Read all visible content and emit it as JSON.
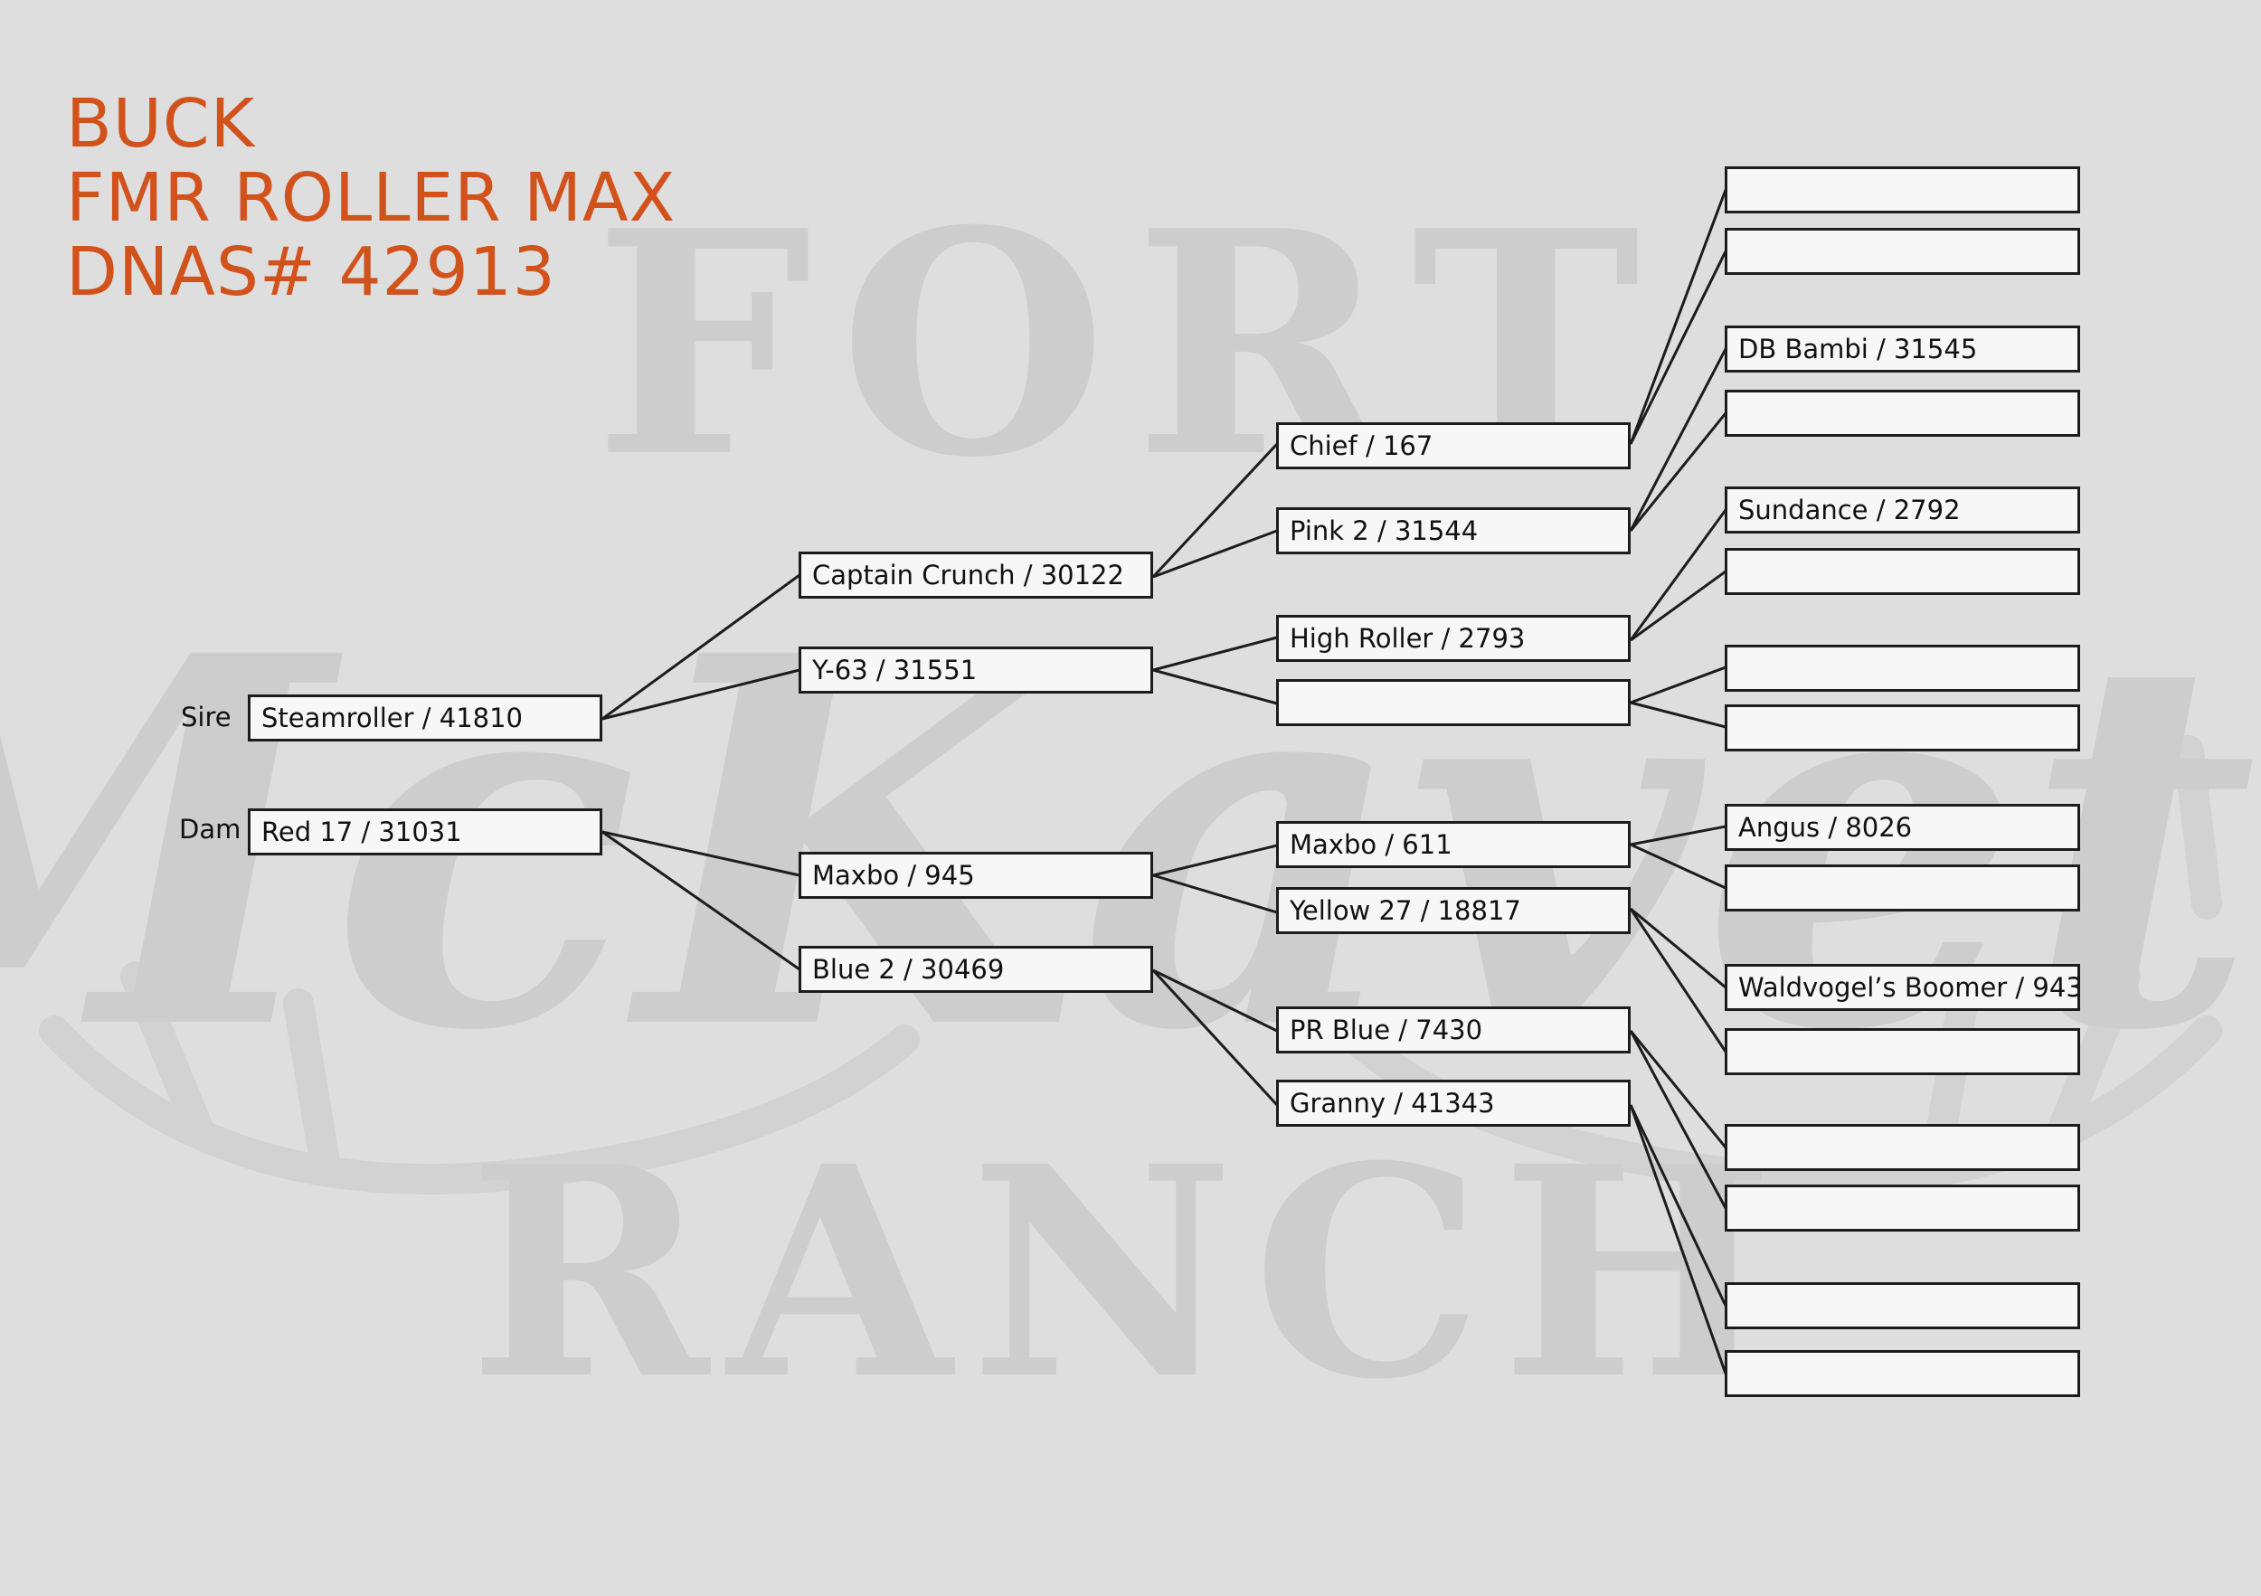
{
  "watermark": {
    "line1": "FORT",
    "line2": "McKavett",
    "line3": "RANCH"
  },
  "title": {
    "line1": "BUCK",
    "line2": "FMR ROLLER MAX",
    "line3": "DNAS# 42913"
  },
  "labels": {
    "sire": "Sire",
    "dam": "Dam"
  },
  "pedigree": {
    "sire": "Steamroller / 41810",
    "dam": "Red 17 / 31031",
    "sire_sire": "Captain Crunch / 30122",
    "sire_dam": "Y-63 / 31551",
    "dam_sire": "Maxbo / 945",
    "dam_dam": "Blue 2 / 30469",
    "sss": "Chief / 167",
    "ssd": "Pink 2 / 31544",
    "sds": "High Roller / 2793",
    "sdd": "",
    "dss": "Maxbo / 611",
    "dsd": "Yellow 27 / 18817",
    "dds": "PR Blue / 7430",
    "ddd": "Granny / 41343",
    "ssss": "",
    "sssd": "",
    "ssds": "DB Bambi / 31545",
    "ssdd": "",
    "sdss": "Sundance / 2792",
    "sdsd": "",
    "sdds": "",
    "sddd": "",
    "dsss": "Angus / 8026",
    "dssd": "",
    "dsds": "Waldvogel’s Boomer / 943",
    "dsdd": "",
    "ddss": "",
    "ddsd": "",
    "ddds": "",
    "dddd": ""
  }
}
